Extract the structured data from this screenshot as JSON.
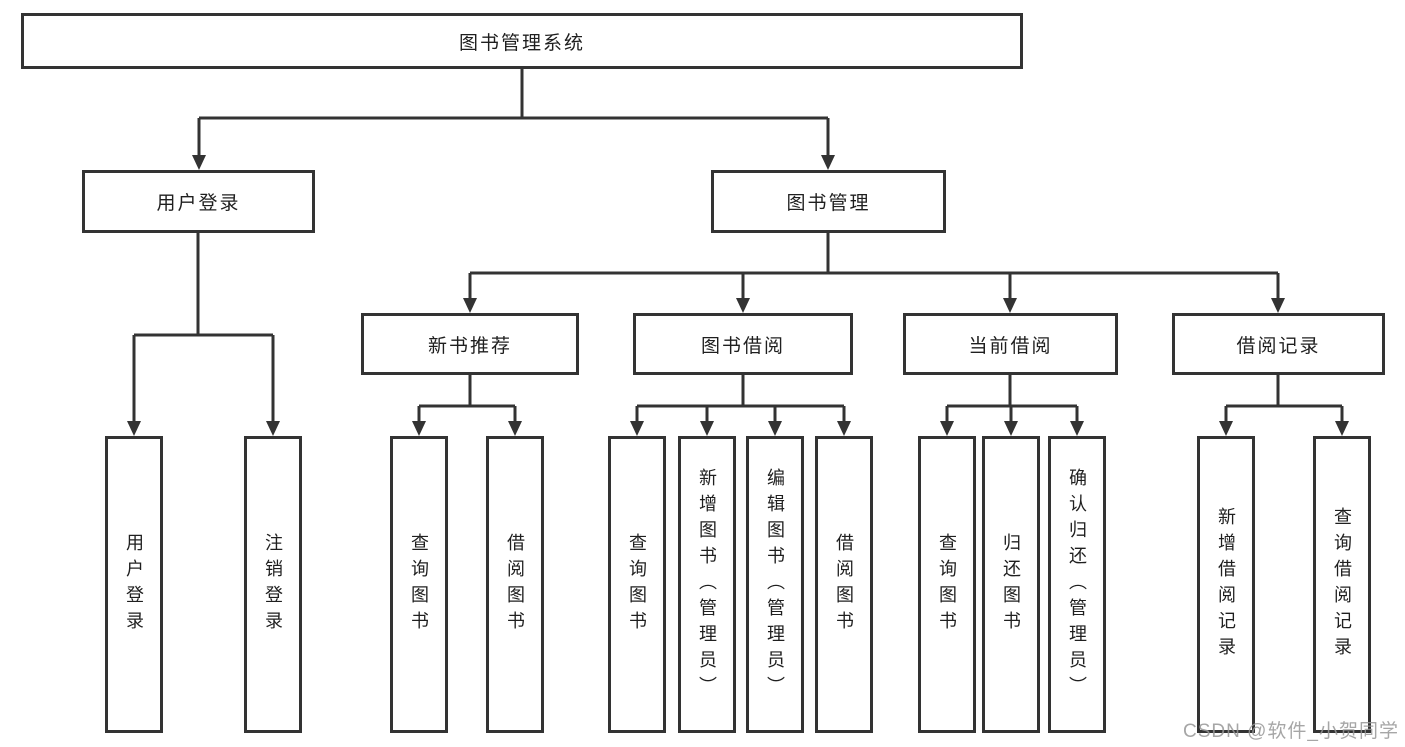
{
  "diagram": {
    "root": {
      "label": "图书管理系统"
    },
    "level2": [
      {
        "label": "用户登录",
        "leaves": [
          {
            "label": "用户登录"
          },
          {
            "label": "注销登录"
          }
        ]
      },
      {
        "label": "图书管理"
      }
    ],
    "level3": [
      {
        "label": "新书推荐",
        "leaves": [
          {
            "label": "查询图书"
          },
          {
            "label": "借阅图书"
          }
        ]
      },
      {
        "label": "图书借阅",
        "leaves": [
          {
            "label": "查询图书"
          },
          {
            "label": "新增图书（管理员）"
          },
          {
            "label": "编辑图书（管理员）"
          },
          {
            "label": "借阅图书"
          }
        ]
      },
      {
        "label": "当前借阅",
        "leaves": [
          {
            "label": "查询图书"
          },
          {
            "label": "归还图书"
          },
          {
            "label": "确认归还（管理员）"
          }
        ]
      },
      {
        "label": "借阅记录",
        "leaves": [
          {
            "label": "新增借阅记录"
          },
          {
            "label": "查询借阅记录"
          }
        ]
      }
    ]
  },
  "watermark": {
    "text": "CSDN @软件_小贺同学"
  },
  "colors": {
    "line": "#333333",
    "box_border": "#333333",
    "box_background": "#ffffff",
    "text": "#1f1f1f",
    "watermark": "#969696"
  }
}
